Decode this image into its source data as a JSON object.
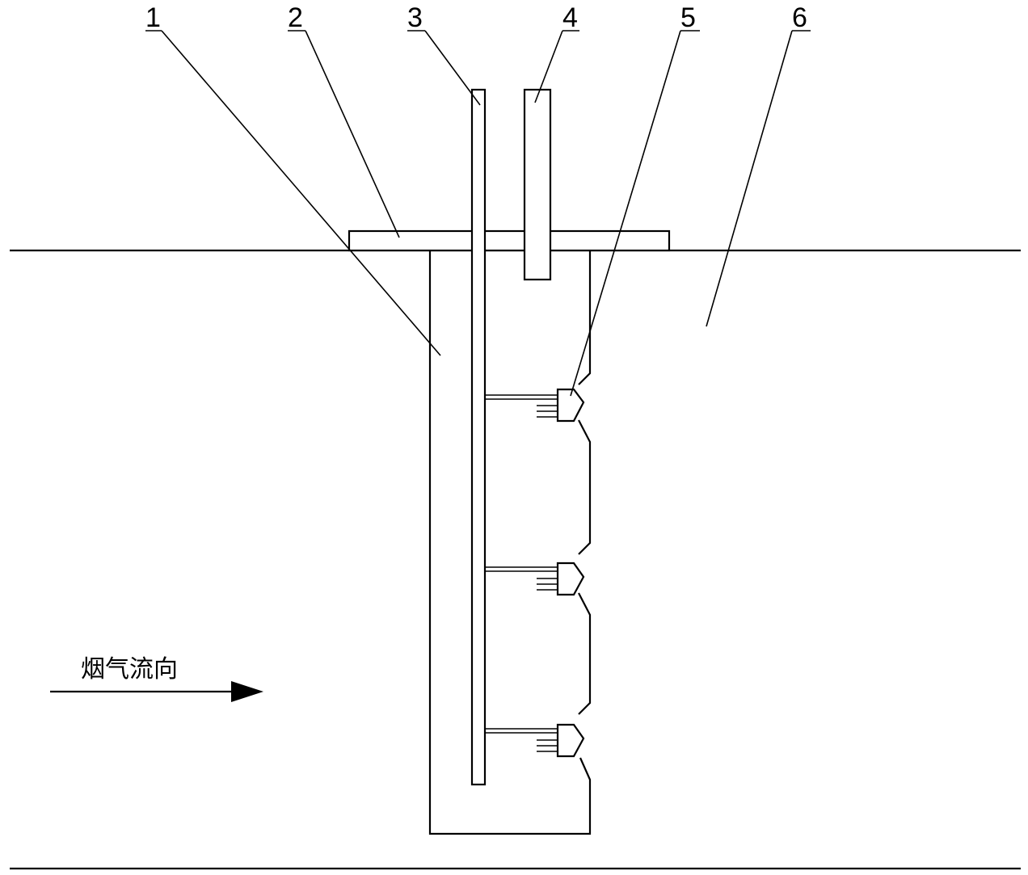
{
  "labels": {
    "part_1": "1",
    "part_2": "2",
    "part_3": "3",
    "part_4": "4",
    "part_5": "5",
    "part_6": "6",
    "flow_direction": "烟气流向"
  },
  "colors": {
    "line": "#000000",
    "background": "#ffffff"
  }
}
